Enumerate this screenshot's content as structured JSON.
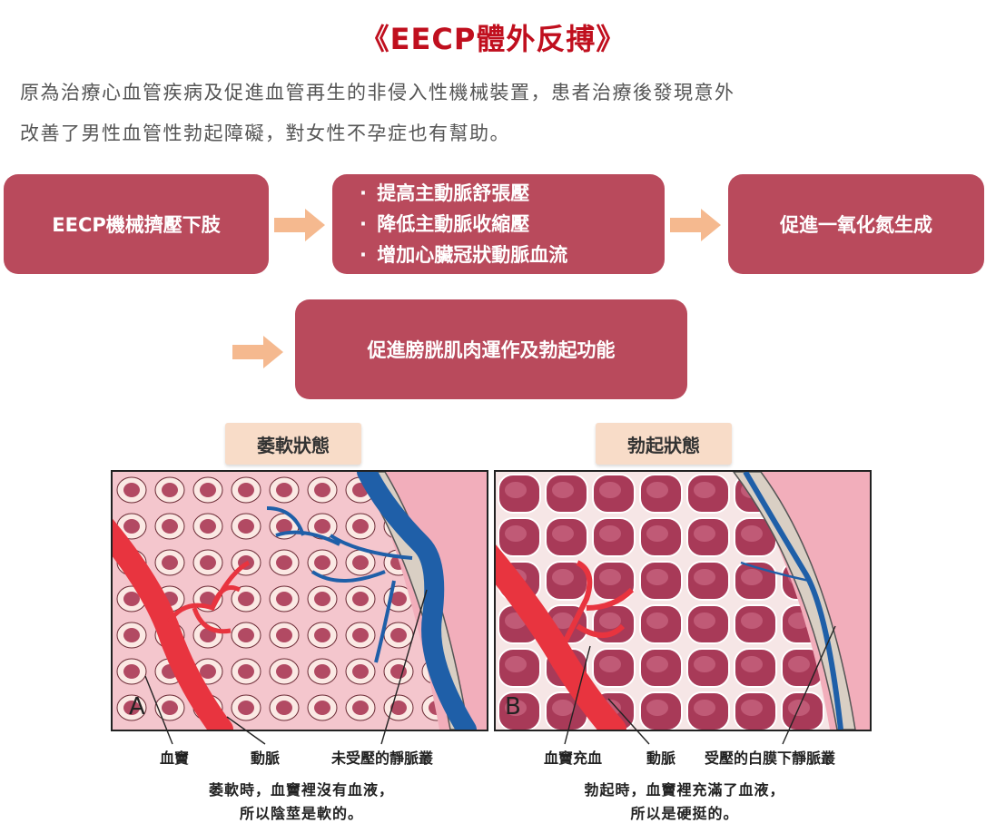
{
  "title": "《EECP體外反搏》",
  "intro": {
    "line1": "原為治療心血管疾病及促進血管再生的非侵入性機械裝置，患者治療後發現意外",
    "line2": "改善了男性血管性勃起障礙，對女性不孕症也有幫助。"
  },
  "flow": {
    "step1": "EECP機械擠壓下肢",
    "step2_items": [
      "提高主動脈舒張壓",
      "降低主動脈收縮壓",
      "增加心臟冠狀動脈血流"
    ],
    "step3": "促進一氧化氮生成",
    "step4": "促進膀胱肌肉運作及勃起功能",
    "box_color": "#b94a5c",
    "arrow_color": "#f5b98f"
  },
  "flaccid": {
    "label": "萎軟狀態",
    "letter": "A",
    "annotations": [
      "血竇",
      "動脈",
      "未受壓的靜脈叢"
    ],
    "caption_line1": "萎軟時，血竇裡沒有血液，",
    "caption_line2": "所以陰莖是軟的。"
  },
  "erect": {
    "label": "勃起狀態",
    "letter": "B",
    "annotations": [
      "血竇充血",
      "動脈",
      "受壓的白膜下靜脈叢"
    ],
    "caption_line1": "勃起時，血竇裡充滿了血液，",
    "caption_line2": "所以是硬挺的。"
  },
  "colors": {
    "title": "#c00f1e",
    "artery": "#e8343f",
    "vein": "#1f5fa8",
    "tissue": "#f2aebb",
    "sinus_filled": "#a83a58",
    "label_bg": "#f8dcc8"
  }
}
